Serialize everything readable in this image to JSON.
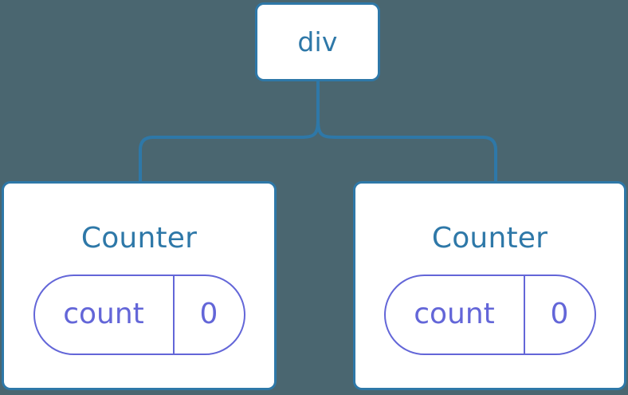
{
  "diagram": {
    "type": "component-tree",
    "background_color": "#4a6670",
    "node_border_color": "#2e78a8",
    "node_fill_color": "#ffffff",
    "node_label_color": "#2e78a8",
    "pill_color": "#6366d8",
    "connector_color": "#2e78a8"
  },
  "root": {
    "label": "div"
  },
  "children": [
    {
      "label": "Counter",
      "state": {
        "key": "count",
        "value": "0"
      }
    },
    {
      "label": "Counter",
      "state": {
        "key": "count",
        "value": "0"
      }
    }
  ]
}
